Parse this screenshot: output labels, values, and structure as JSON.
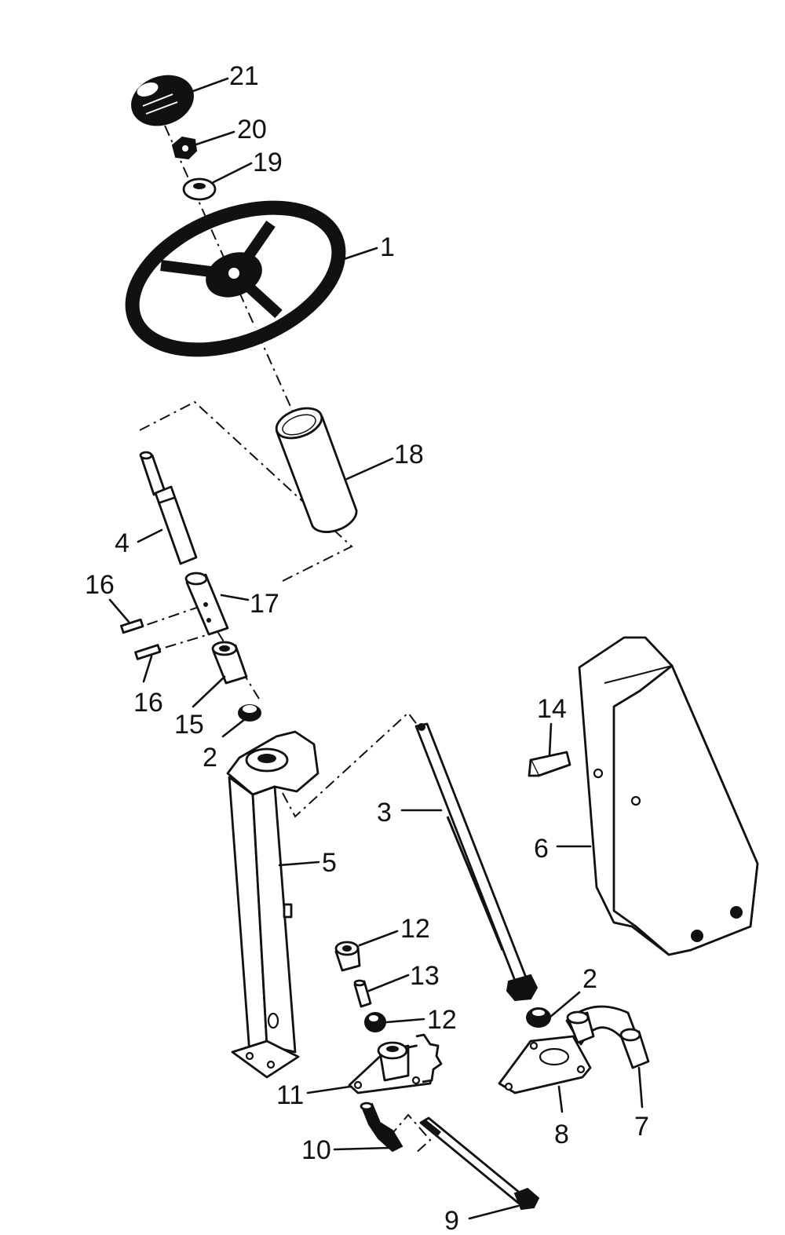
{
  "callouts": [
    "21",
    "20",
    "19",
    "1",
    "18",
    "4",
    "16",
    "17",
    "16",
    "15",
    "2",
    "5",
    "3",
    "14",
    "6",
    "12",
    "13",
    "12",
    "2",
    "11",
    "10",
    "9",
    "8",
    "7"
  ]
}
